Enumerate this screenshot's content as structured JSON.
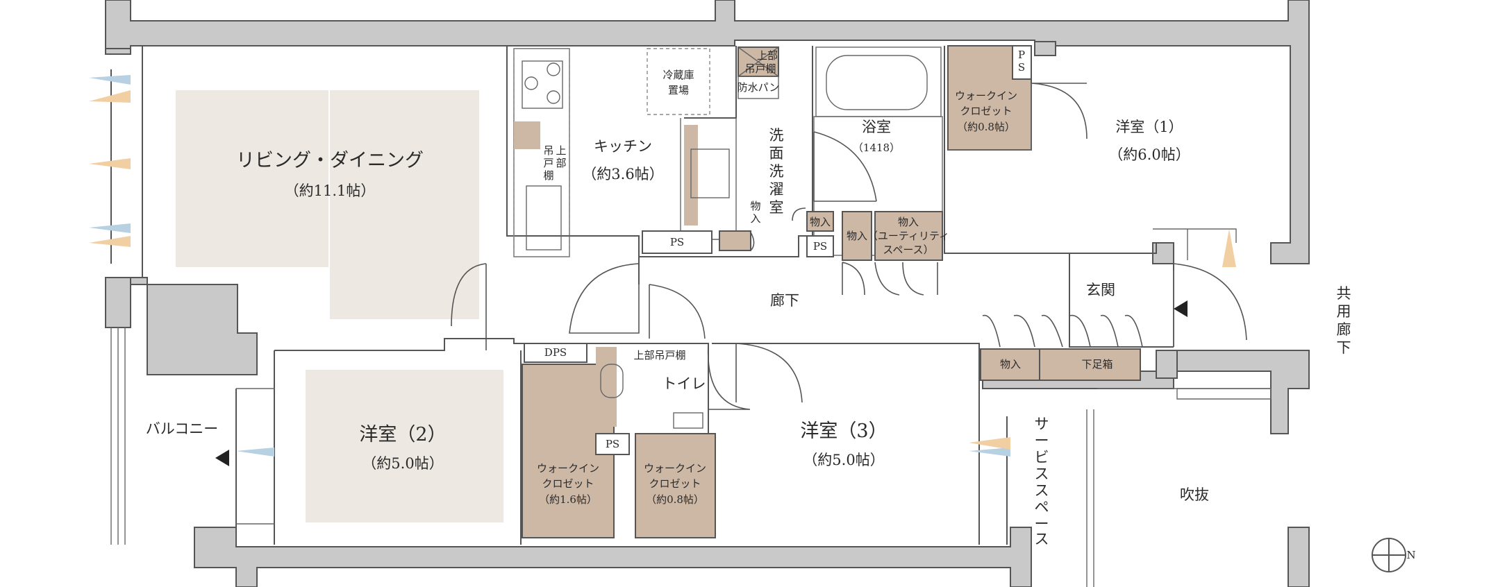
{
  "floorplan": {
    "rooms": {
      "living_dining": {
        "name": "リビング・ダイニング",
        "size": "（約11.1帖）"
      },
      "kitchen": {
        "name": "キッチン",
        "size": "（約3.6帖）"
      },
      "fridge": {
        "line1": "冷蔵庫",
        "line2": "置場"
      },
      "washroom": {
        "chars": [
          "洗",
          "面",
          "洗",
          "濯",
          "室"
        ]
      },
      "bath": {
        "name": "浴室",
        "size": "（1418）"
      },
      "wic_1": {
        "line1": "ウォークイン",
        "line2": "クロゼット",
        "size": "（約0.8帖）"
      },
      "bedroom_1": {
        "name": "洋室（1）",
        "size": "（約6.0帖）"
      },
      "corridor": {
        "name": "廊下"
      },
      "entrance": {
        "name": "玄関"
      },
      "bedroom_2": {
        "name": "洋室（2）",
        "size": "（約5.0帖）"
      },
      "wic_2": {
        "line1": "ウォークイン",
        "line2": "クロゼット",
        "size": "（約1.6帖）"
      },
      "wic_3": {
        "line1": "ウォークイン",
        "line2": "クロゼット",
        "size": "（約0.8帖）"
      },
      "toilet": {
        "name": "トイレ"
      },
      "bedroom_3": {
        "name": "洋室（3）",
        "size": "（約5.0帖）"
      },
      "balcony": {
        "name": "バルコニー"
      },
      "service_space": {
        "chars": [
          "サ",
          "ー",
          "ビ",
          "ス",
          "ス",
          "ペ",
          "ー",
          "ス"
        ]
      },
      "void": {
        "name": "吹抜"
      },
      "shared_corridor": {
        "chars": [
          "共",
          "用",
          "廊",
          "下"
        ]
      }
    },
    "labels": {
      "upper_cabinet_top": {
        "line1": "上部",
        "line2": "吊戸棚"
      },
      "waterproof_pan": "防水パン",
      "upper_cabinet_kitchen": {
        "chars": [
          "吊",
          "戸",
          "棚"
        ],
        "side": [
          "上",
          "部"
        ]
      },
      "upper_cabinet_toilet": "上部吊戸棚",
      "storage_small": "物入",
      "storage_wash": {
        "chars": [
          "物",
          "入"
        ]
      },
      "storage_utility": {
        "line1": "物入",
        "line2": "（ユーティリティ",
        "line3": "スペース）"
      },
      "storage_corridor": "物入",
      "storage_entrance": "物入",
      "shoe_box": "下足箱",
      "ps": "PS",
      "dps": "DPS",
      "ps_vertical": {
        "chars": [
          "P",
          "S"
        ]
      },
      "compass_north": "N"
    }
  }
}
